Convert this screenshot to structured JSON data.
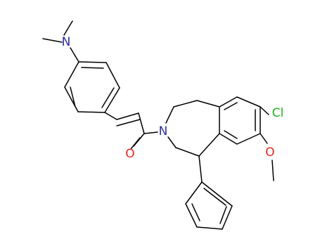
{
  "molecule": {
    "atoms": {
      "nitrogen_amine": {
        "symbol": "N",
        "color": "#2c2ca5"
      },
      "nitrogen_ring": {
        "symbol": "N",
        "color": "#2c2ca5"
      },
      "oxygen_carbonyl": {
        "symbol": "O",
        "color": "#e8251f"
      },
      "oxygen_methoxy": {
        "symbol": "O",
        "color": "#e8251f"
      },
      "chlorine": {
        "symbol": "Cl",
        "color": "#1fb41f"
      }
    },
    "bond_color": "#000000"
  }
}
